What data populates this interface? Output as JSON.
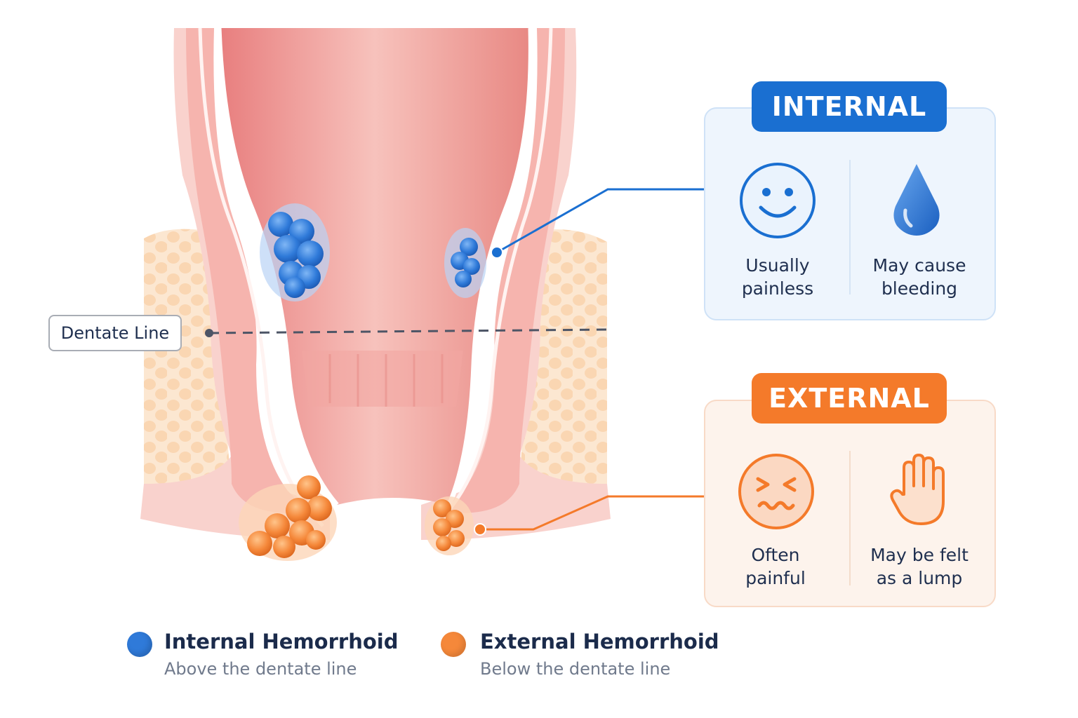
{
  "dentate_line_label": "Dentate Line",
  "internal_card": {
    "badge": "INTERNAL",
    "features": [
      {
        "text": "Usually\npainless",
        "icon": "smiley-face-icon"
      },
      {
        "text": "May cause\nbleeding",
        "icon": "water-drop-icon"
      }
    ]
  },
  "external_card": {
    "badge": "EXTERNAL",
    "features": [
      {
        "text": "Often\npainful",
        "icon": "pained-face-icon"
      },
      {
        "text": "May be felt\nas a lump",
        "icon": "hand-icon"
      }
    ]
  },
  "legend": [
    {
      "title": "Internal Hemorrhoid",
      "subtitle": "Above the dentate line",
      "color": "#2f7ad9"
    },
    {
      "title": "External Hemorrhoid",
      "subtitle": "Below the dentate line",
      "color": "#f5883a"
    }
  ],
  "colors": {
    "internal_accent": "#1a6fd1",
    "external_accent": "#f47a2a",
    "tissue_pink": "#f4a9a4",
    "fat_peach": "#fbd7b4"
  }
}
